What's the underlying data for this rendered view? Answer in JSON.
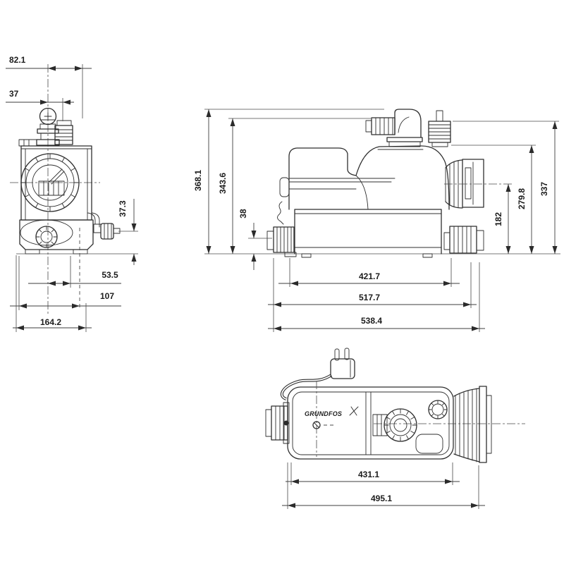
{
  "drawing": {
    "brand": "GRUNDFOS",
    "colors": {
      "background": "#ffffff",
      "line": "#2f2f2f",
      "dimension_line": "#3d3d3d",
      "label": "#1c1c1c"
    },
    "views": {
      "front": {
        "name": "front-view",
        "dims": {
          "top_width": "82.1",
          "outlet_offset": "37",
          "drain_valve_height": "37.3",
          "drain_offset": "53.5",
          "body_width": "107",
          "overall_width": "164.2"
        }
      },
      "side": {
        "name": "side-view",
        "dims": {
          "overall_height": "368.1",
          "outlet_height": "343.6",
          "inlet_bottom_height": "38",
          "inlet_center_height": "182",
          "body_height": "279.8",
          "vent_height": "337",
          "tank_length": "421.7",
          "body_length": "517.7",
          "overall_length": "538.4"
        }
      },
      "top": {
        "name": "top-view",
        "dims": {
          "body_length": "431.1",
          "overall_length": "495.1"
        }
      }
    }
  }
}
